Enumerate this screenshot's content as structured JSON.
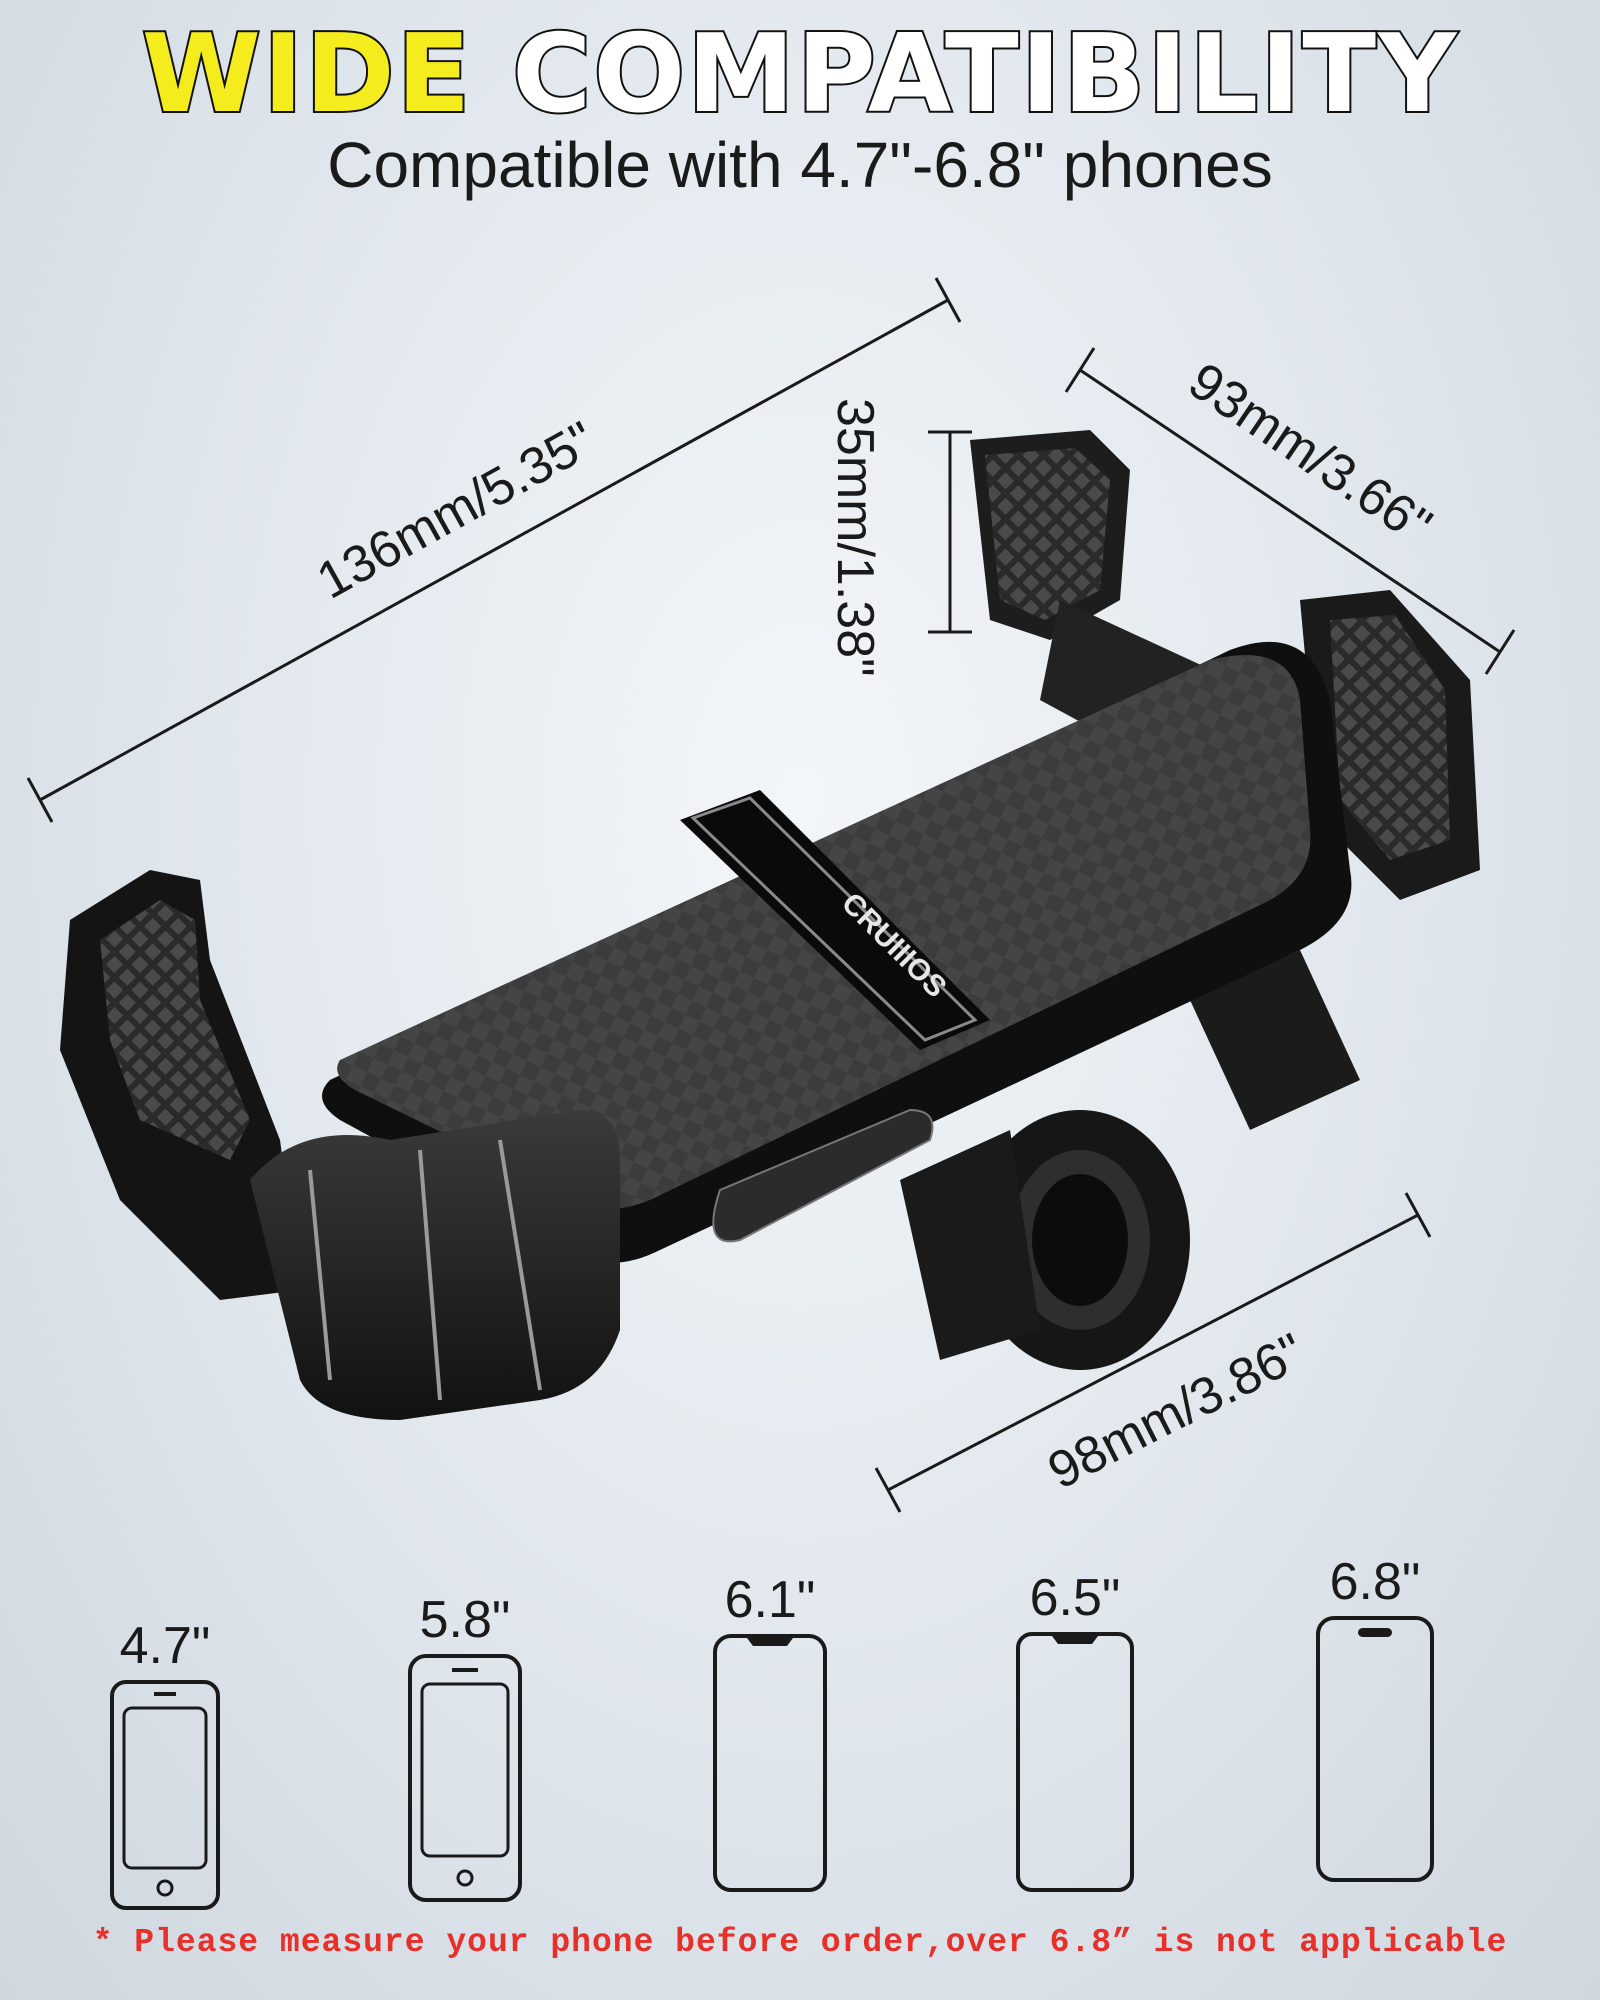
{
  "header": {
    "title_word1": "WIDE",
    "title_word2": "COMPATIBILITY",
    "subtitle": "Compatible with 4.7\"-6.8\" phones",
    "title_accent_color": "#f4ec1d"
  },
  "product": {
    "brand_label": "CRUIIIOS",
    "dimensions": {
      "length": "136mm/5.35\"",
      "depth": "35mm/1.38\"",
      "width": "93mm/3.66\"",
      "base": "98mm/3.86\""
    }
  },
  "phones": [
    {
      "size": "4.7\"",
      "icon": "phone-home-button-icon"
    },
    {
      "size": "5.8\"",
      "icon": "phone-home-button-icon"
    },
    {
      "size": "6.1\"",
      "icon": "phone-notch-icon"
    },
    {
      "size": "6.5\"",
      "icon": "phone-notch-icon"
    },
    {
      "size": "6.8\"",
      "icon": "phone-dynamic-island-icon"
    }
  ],
  "notice": {
    "text": "* Please measure your phone before order,over 6.8” is not applicable",
    "color": "#e8302a"
  }
}
